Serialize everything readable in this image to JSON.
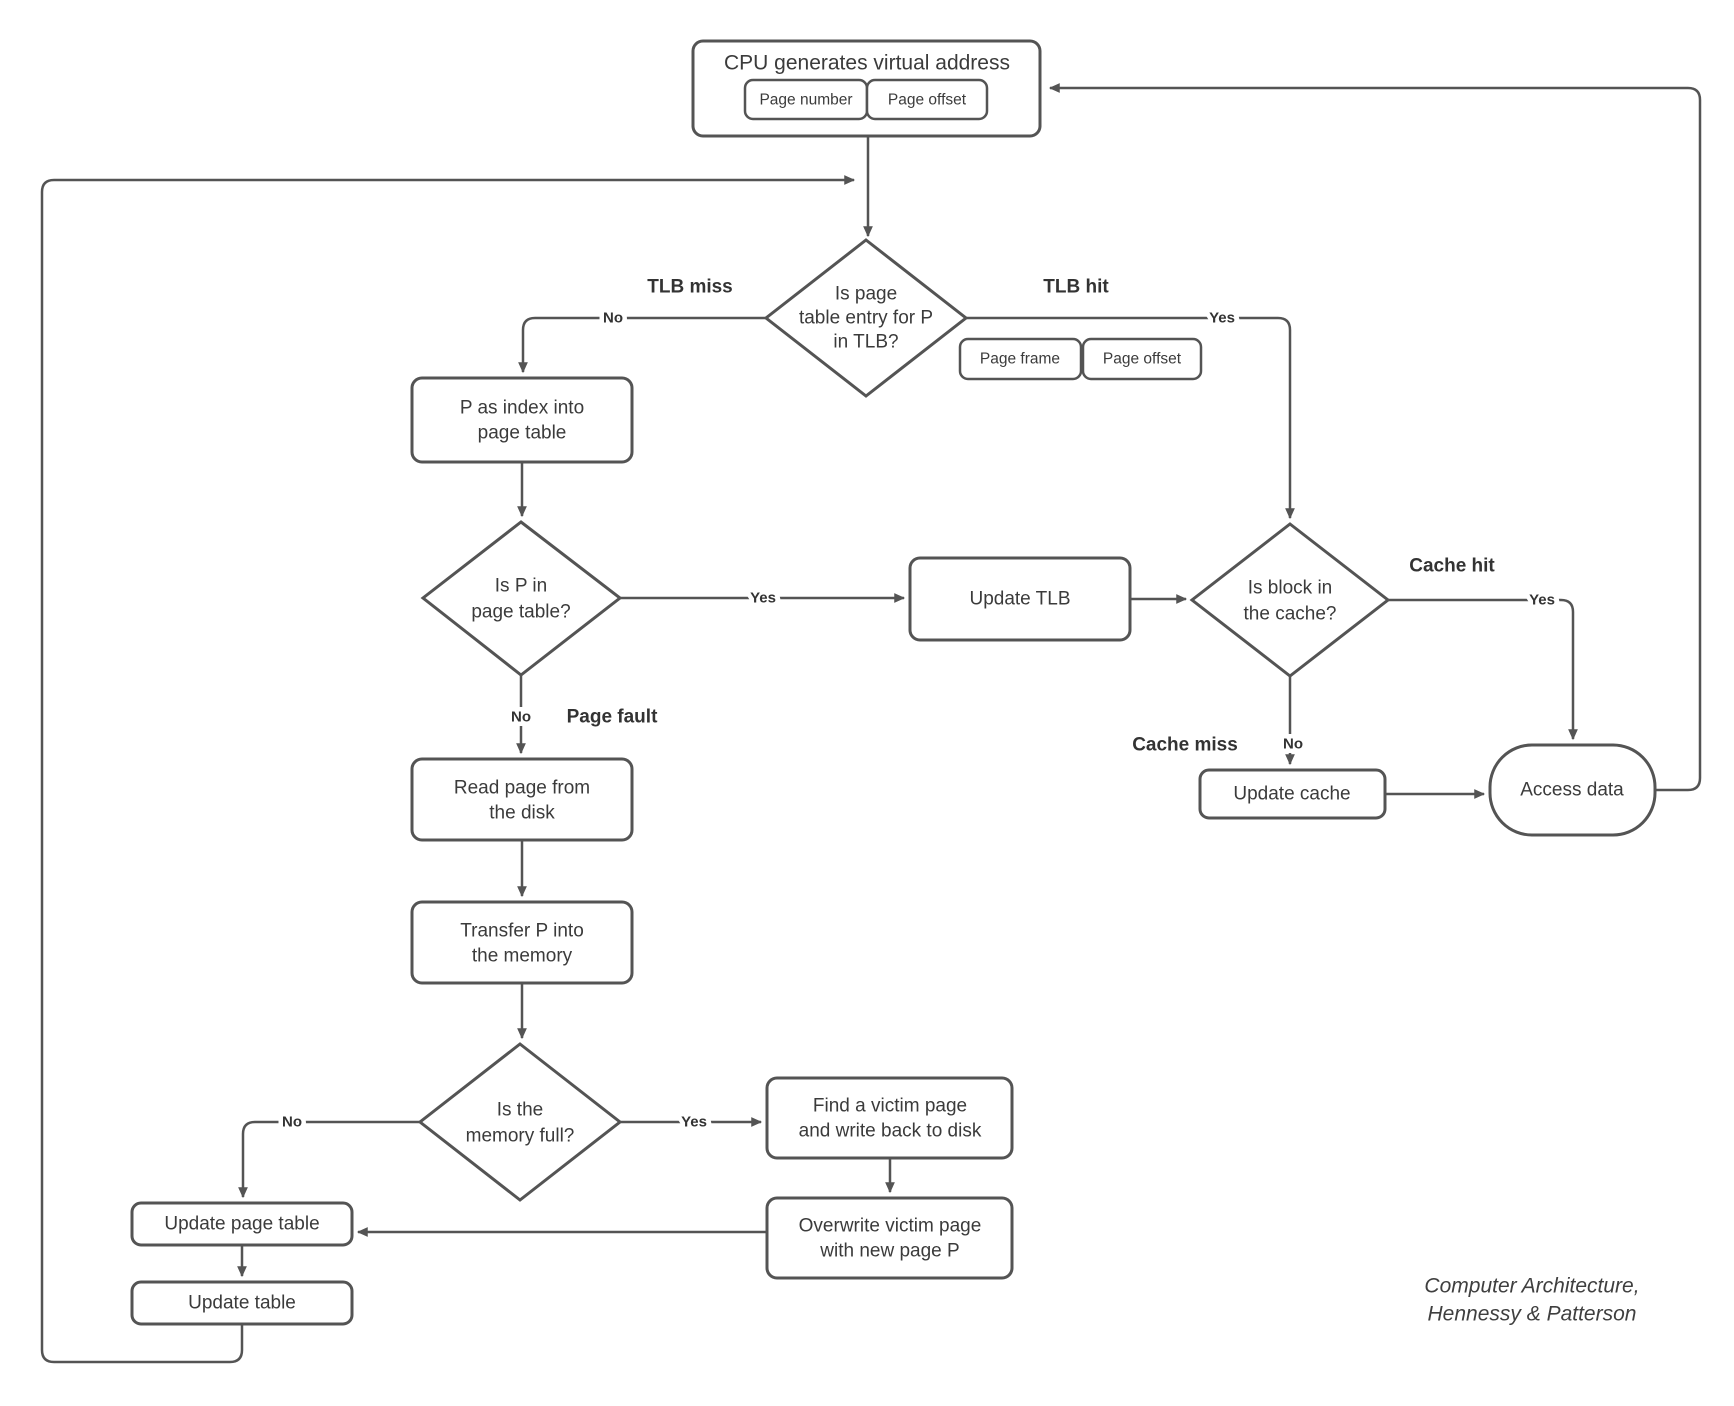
{
  "diagram": {
    "colors": {
      "stroke": "#545454",
      "text": "#3b3b3b",
      "background": "#ffffff"
    },
    "nodes": {
      "cpu": {
        "label": "CPU generates virtual address",
        "page_number": "Page number",
        "page_offset": "Page offset"
      },
      "tlb_decision": {
        "line1": "Is page",
        "line2": "table entry for P",
        "line3": "in TLB?"
      },
      "tlb_hit_fields": {
        "page_frame": "Page frame",
        "page_offset": "Page offset"
      },
      "p_index": {
        "line1": "P as index into",
        "line2": "page table"
      },
      "page_table_decision": {
        "line1": "Is P in",
        "line2": "page table?"
      },
      "update_tlb": {
        "label": "Update TLB"
      },
      "cache_decision": {
        "line1": "Is block in",
        "line2": "the cache?"
      },
      "update_cache": {
        "label": "Update cache"
      },
      "access_data": {
        "label": "Access data"
      },
      "read_page": {
        "line1": "Read page from",
        "line2": "the disk"
      },
      "transfer_p": {
        "line1": "Transfer P into",
        "line2": "the memory"
      },
      "memory_decision": {
        "line1": "Is the",
        "line2": "memory full?"
      },
      "find_victim": {
        "line1": "Find a victim page",
        "line2": "and write back to disk"
      },
      "overwrite_victim": {
        "line1": "Overwrite victim page",
        "line2": "with new page P"
      },
      "update_page_table": {
        "label": "Update page table"
      },
      "update_table": {
        "label": "Update table"
      }
    },
    "edge_labels": {
      "tlb_miss": "TLB miss",
      "tlb_hit": "TLB hit",
      "tlb_no": "No",
      "tlb_yes": "Yes",
      "pt_yes": "Yes",
      "pt_no": "No",
      "page_fault": "Page fault",
      "cache_hit": "Cache hit",
      "cache_miss": "Cache miss",
      "cache_yes": "Yes",
      "cache_no": "No",
      "mem_no": "No",
      "mem_yes": "Yes"
    },
    "attribution": {
      "line1": "Computer Architecture,",
      "line2": "Hennessy & Patterson"
    }
  }
}
